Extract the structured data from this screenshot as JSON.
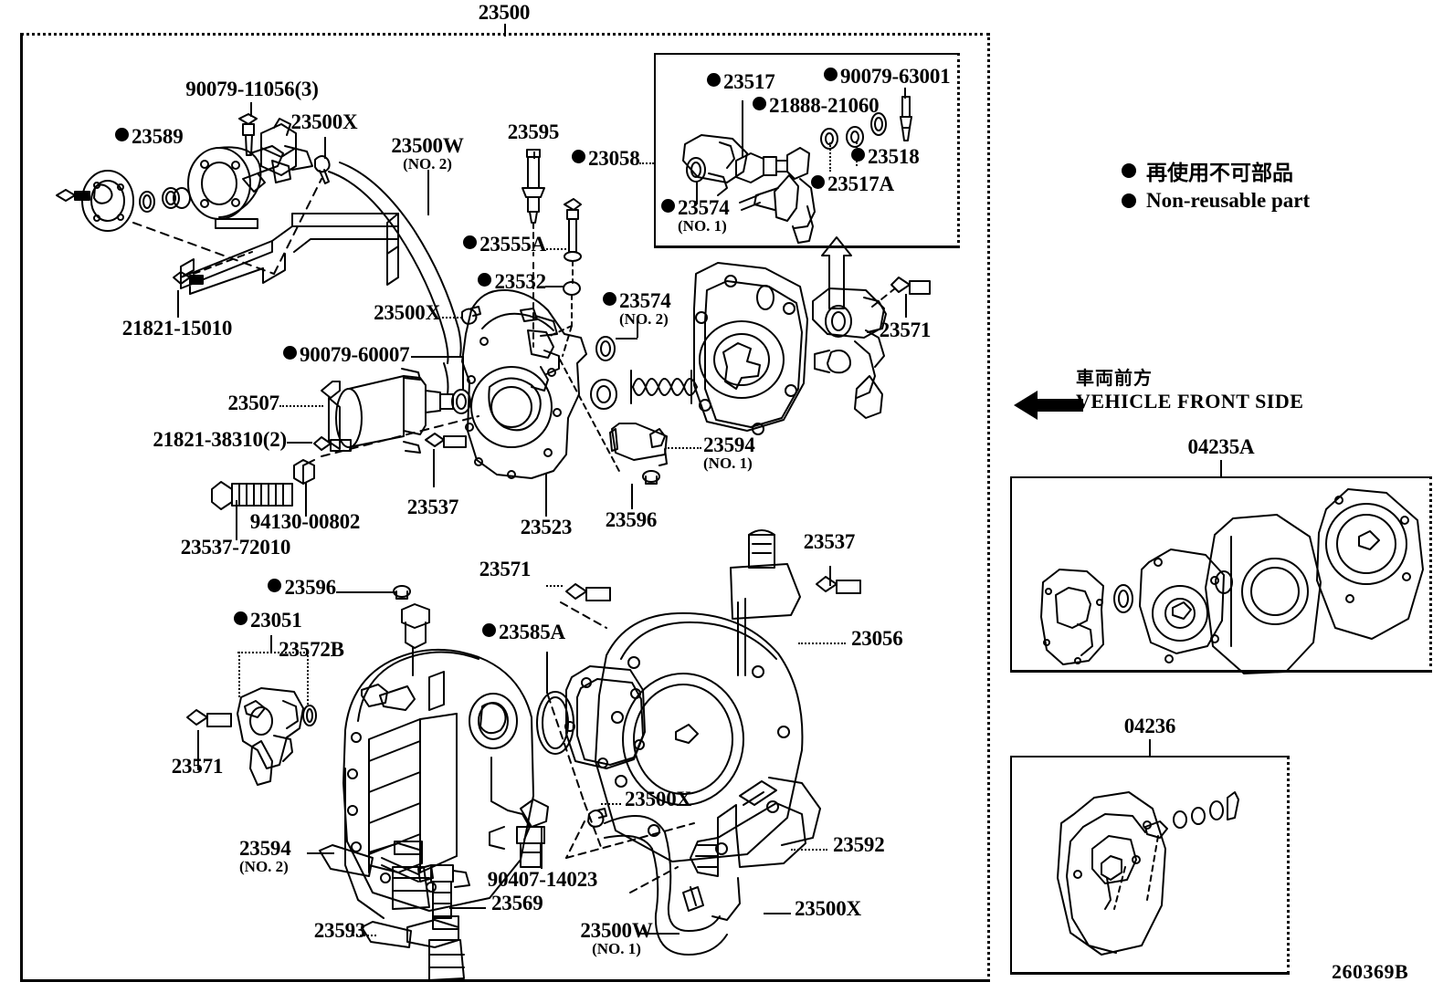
{
  "diagram": {
    "page_id": "260369B",
    "main_group_number": "23500",
    "insets": [
      {
        "number": "04235A"
      },
      {
        "number": "04236"
      }
    ],
    "inset_top": {
      "number": ""
    }
  },
  "legend": {
    "non_reusable_jp": "再使用不可部品",
    "non_reusable_en": "Non-reusable part",
    "front_jp": "車両前方",
    "front_en": "VEHICLE FRONT SIDE"
  },
  "labels": {
    "l_23500": {
      "num": "23500",
      "sub": ""
    },
    "l_23589": {
      "num": "23589",
      "sub": ""
    },
    "l_90079_11056": {
      "num": "90079-11056(3)",
      "sub": ""
    },
    "l_23500x_a": {
      "num": "23500X",
      "sub": ""
    },
    "l_23500w_2": {
      "num": "23500W",
      "sub": "(NO. 2)"
    },
    "l_23595": {
      "num": "23595",
      "sub": ""
    },
    "l_23058": {
      "num": "23058",
      "sub": ""
    },
    "l_21821_15010": {
      "num": "21821-15010",
      "sub": ""
    },
    "l_23555a": {
      "num": "23555A",
      "sub": ""
    },
    "l_23532": {
      "num": "23532",
      "sub": ""
    },
    "l_23500x_b": {
      "num": "23500X",
      "sub": ""
    },
    "l_23574_2": {
      "num": "23574",
      "sub": "(NO. 2)"
    },
    "l_90079_60007": {
      "num": "90079-60007",
      "sub": ""
    },
    "l_23507": {
      "num": "23507",
      "sub": ""
    },
    "l_21821_38310": {
      "num": "21821-38310(2)",
      "sub": ""
    },
    "l_94130_00802": {
      "num": "94130-00802",
      "sub": ""
    },
    "l_23537_72010": {
      "num": "23537-72010",
      "sub": ""
    },
    "l_23537_a": {
      "num": "23537",
      "sub": ""
    },
    "l_23523": {
      "num": "23523",
      "sub": ""
    },
    "l_23594_1": {
      "num": "23594",
      "sub": "(NO. 1)"
    },
    "l_23596_a": {
      "num": "23596",
      "sub": ""
    },
    "l_23571_a": {
      "num": "23571",
      "sub": ""
    },
    "l_23571_b": {
      "num": "23571",
      "sub": ""
    },
    "l_23571_c": {
      "num": "23571",
      "sub": ""
    },
    "l_23596_b": {
      "num": "23596",
      "sub": ""
    },
    "l_23051": {
      "num": "23051",
      "sub": ""
    },
    "l_23572b": {
      "num": "23572B",
      "sub": ""
    },
    "l_23585a": {
      "num": "23585A",
      "sub": ""
    },
    "l_23537_b": {
      "num": "23537",
      "sub": ""
    },
    "l_23056": {
      "num": "23056",
      "sub": ""
    },
    "l_23594_2": {
      "num": "23594",
      "sub": "(NO. 2)"
    },
    "l_23593": {
      "num": "23593",
      "sub": ""
    },
    "l_23569": {
      "num": "23569",
      "sub": ""
    },
    "l_90407_14023": {
      "num": "90407-14023",
      "sub": ""
    },
    "l_23500x_c": {
      "num": "23500X",
      "sub": ""
    },
    "l_23500w_1": {
      "num": "23500W",
      "sub": "(NO. 1)"
    },
    "l_23500x_d": {
      "num": "23500X",
      "sub": ""
    },
    "l_23592": {
      "num": "23592",
      "sub": ""
    },
    "l_23517": {
      "num": "23517",
      "sub": ""
    },
    "l_90079_63001": {
      "num": "90079-63001",
      "sub": ""
    },
    "l_21888_21060": {
      "num": "21888-21060",
      "sub": ""
    },
    "l_23518": {
      "num": "23518",
      "sub": ""
    },
    "l_23517a": {
      "num": "23517A",
      "sub": ""
    },
    "l_23574_1": {
      "num": "23574",
      "sub": "(NO. 1)"
    },
    "l_04235a": {
      "num": "04235A",
      "sub": ""
    },
    "l_04236": {
      "num": "04236",
      "sub": ""
    }
  },
  "colors": {
    "ink": "#000000",
    "paper": "#ffffff"
  }
}
